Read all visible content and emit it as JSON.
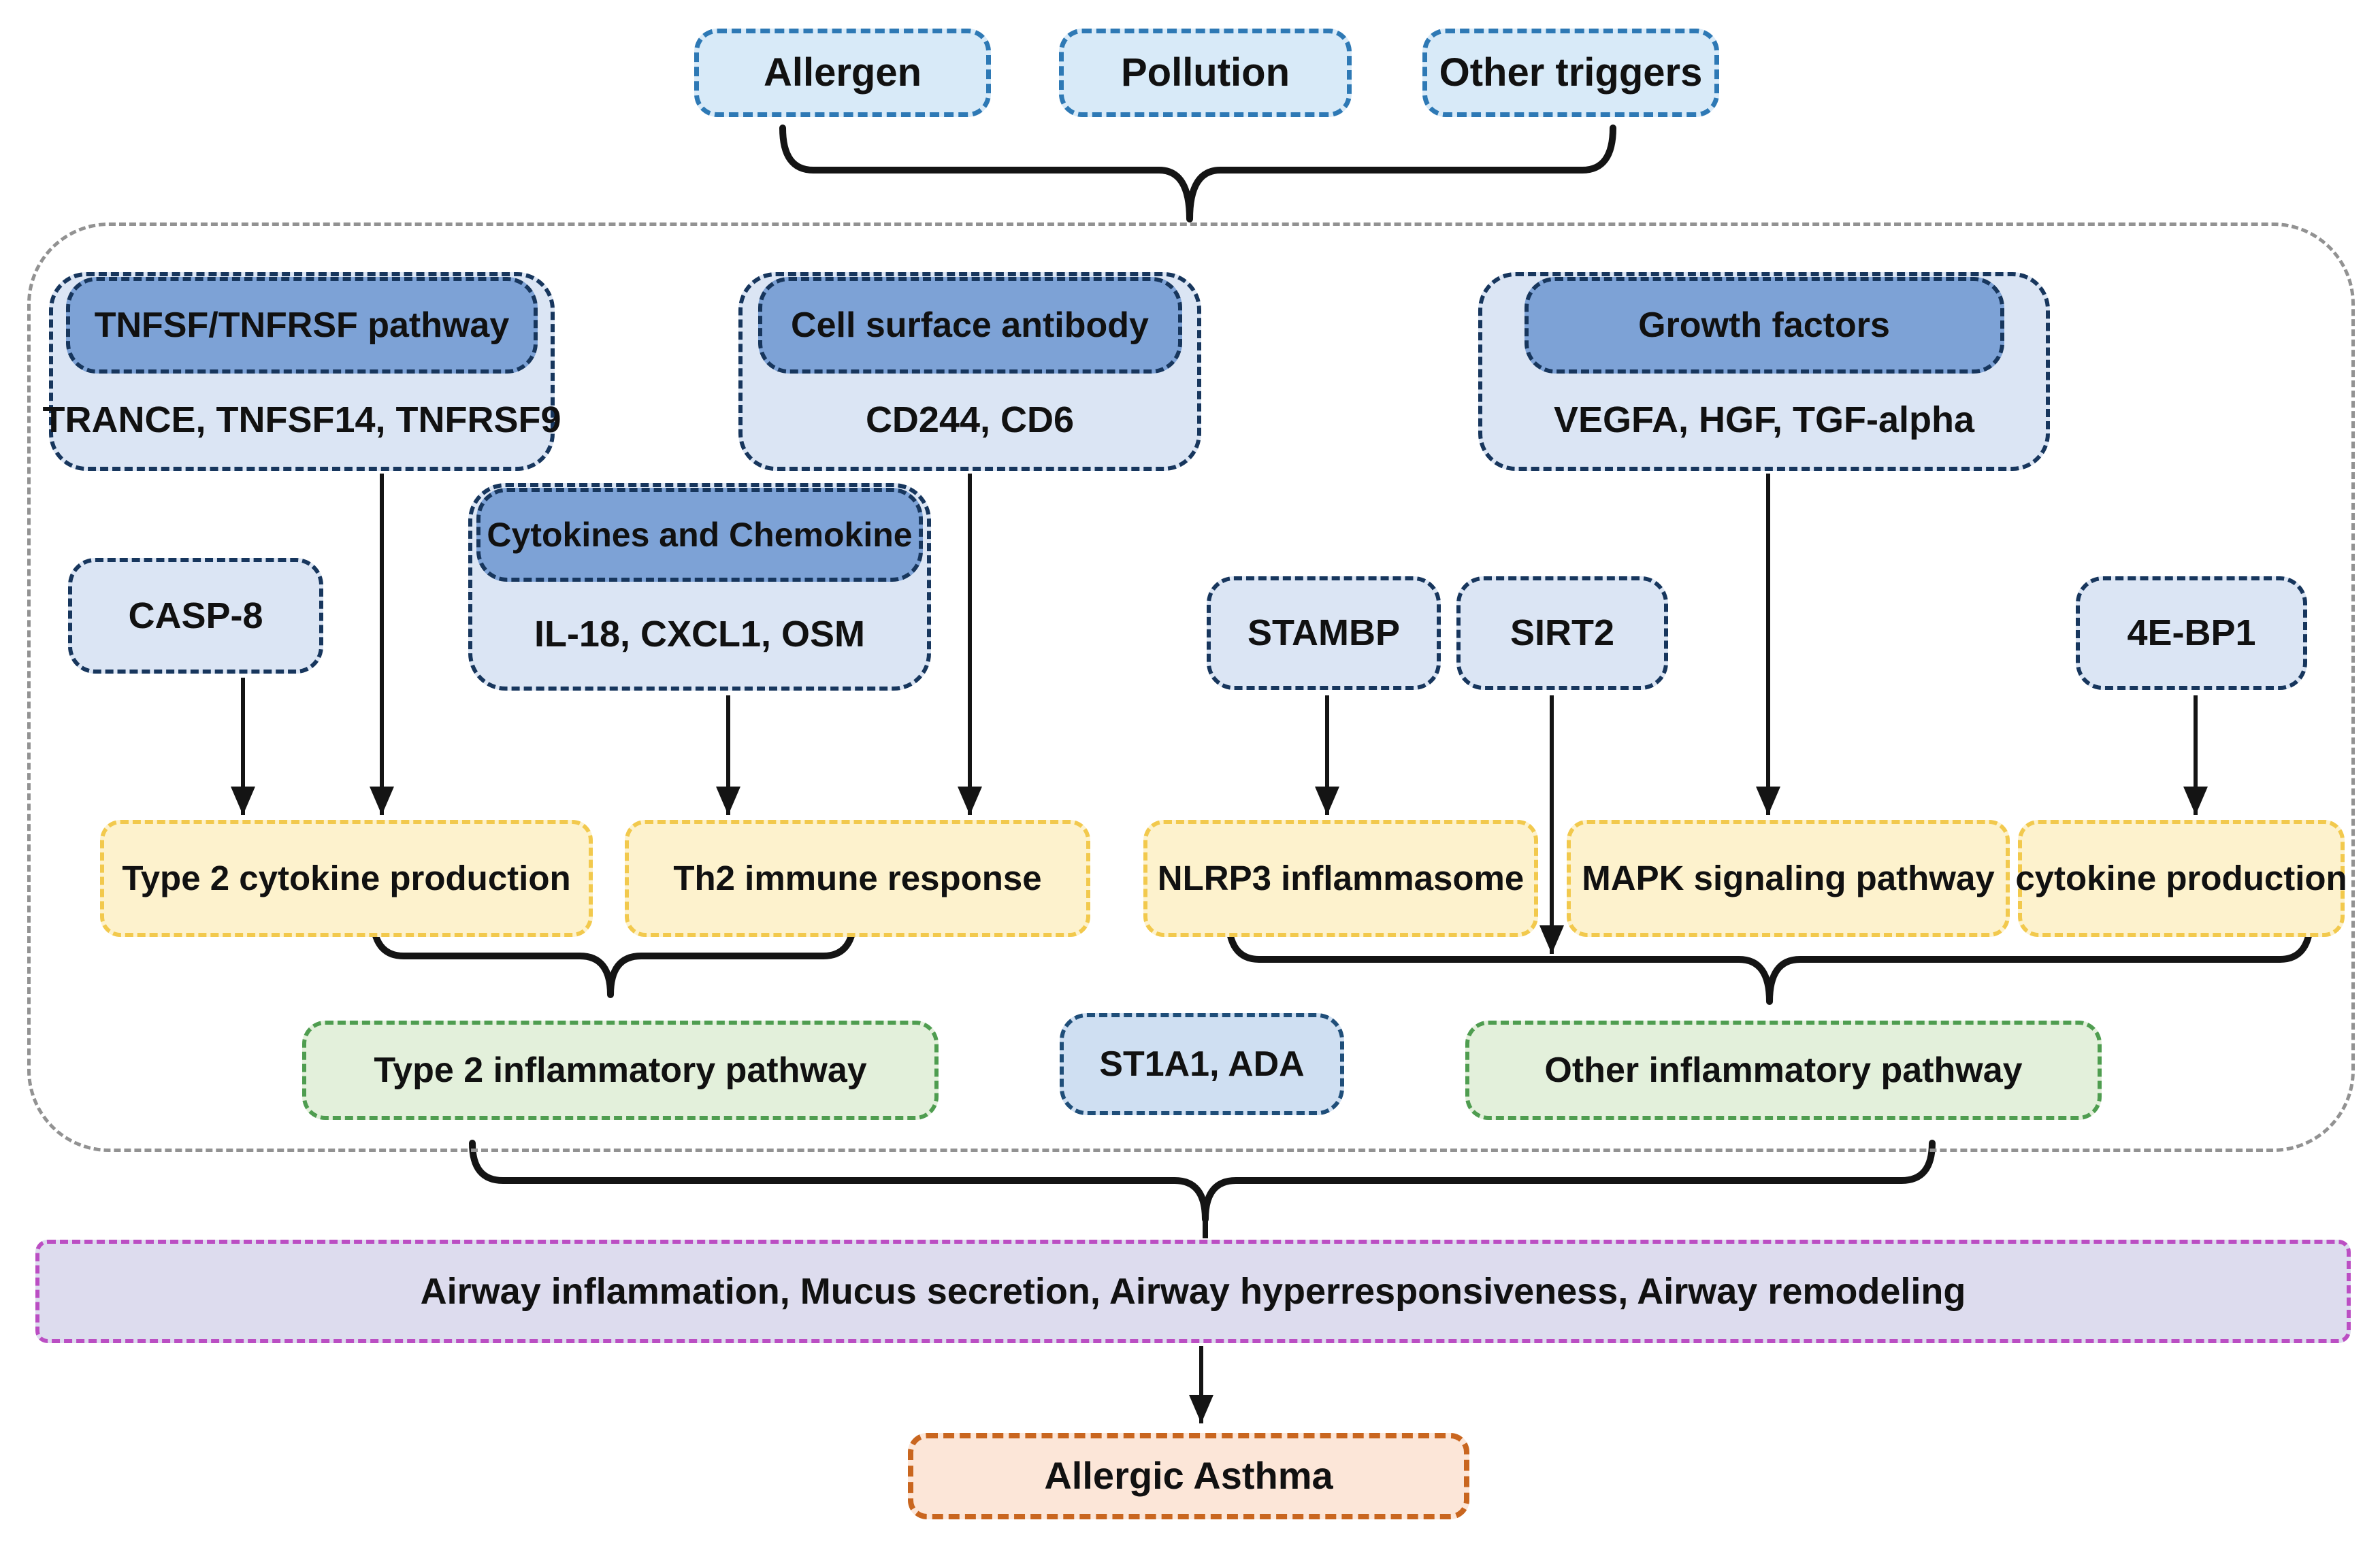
{
  "triggers": [
    {
      "label": "Allergen"
    },
    {
      "label": "Pollution"
    },
    {
      "label": "Other triggers"
    }
  ],
  "groups": [
    {
      "header": "TNFSF/TNFRSF pathway",
      "genes": "TRANCE, TNFSF14, TNFRSF9"
    },
    {
      "header": "Cell surface antibody",
      "genes": "CD244, CD6"
    },
    {
      "header": "Cytokines and Chemokine",
      "genes": "IL-18, CXCL1, OSM"
    },
    {
      "header": "Growth factors",
      "genes": "VEGFA, HGF, TGF-alpha"
    }
  ],
  "gene_boxes": [
    {
      "label": "CASP-8"
    },
    {
      "label": "STAMBP"
    },
    {
      "label": "SIRT2"
    },
    {
      "label": "4E-BP1"
    }
  ],
  "process_boxes": [
    {
      "label": "Type 2 cytokine production"
    },
    {
      "label": "Th2 immune response"
    },
    {
      "label": "NLRP3 inflammasome"
    },
    {
      "label": "MAPK signaling pathway"
    },
    {
      "label": "cytokine production"
    }
  ],
  "pathway_boxes": [
    {
      "label": "Type 2 inflammatory pathway"
    },
    {
      "label": "Other inflammatory pathway"
    }
  ],
  "enzyme_box": {
    "label": "ST1A1, ADA"
  },
  "outcome_box": {
    "label": "Airway inflammation, Mucus secretion, Airway hyperresponsiveness, Airway remodeling"
  },
  "disease_box": {
    "label": "Allergic Asthma"
  },
  "colors": {
    "trigger_fill": "#d8eaf8",
    "trigger_border": "#2e79b5",
    "group_fill": "#dbe5f4",
    "group_border": "#17365d",
    "header_fill": "#7da2d6",
    "gene_fill": "#dbe5f4",
    "st1a1_fill": "#cfdff2",
    "st1a1_border": "#1f4e79",
    "yellow_fill": "#fdf2cd",
    "yellow_border": "#f2c94d",
    "green_fill": "#e3f0db",
    "green_border": "#4f9d50",
    "purple_fill": "#dddcee",
    "purple_border": "#bb4ec3",
    "asthma_fill": "#fce6d8",
    "asthma_border": "#c9661f",
    "container_border": "#929292",
    "line": "#141414"
  }
}
